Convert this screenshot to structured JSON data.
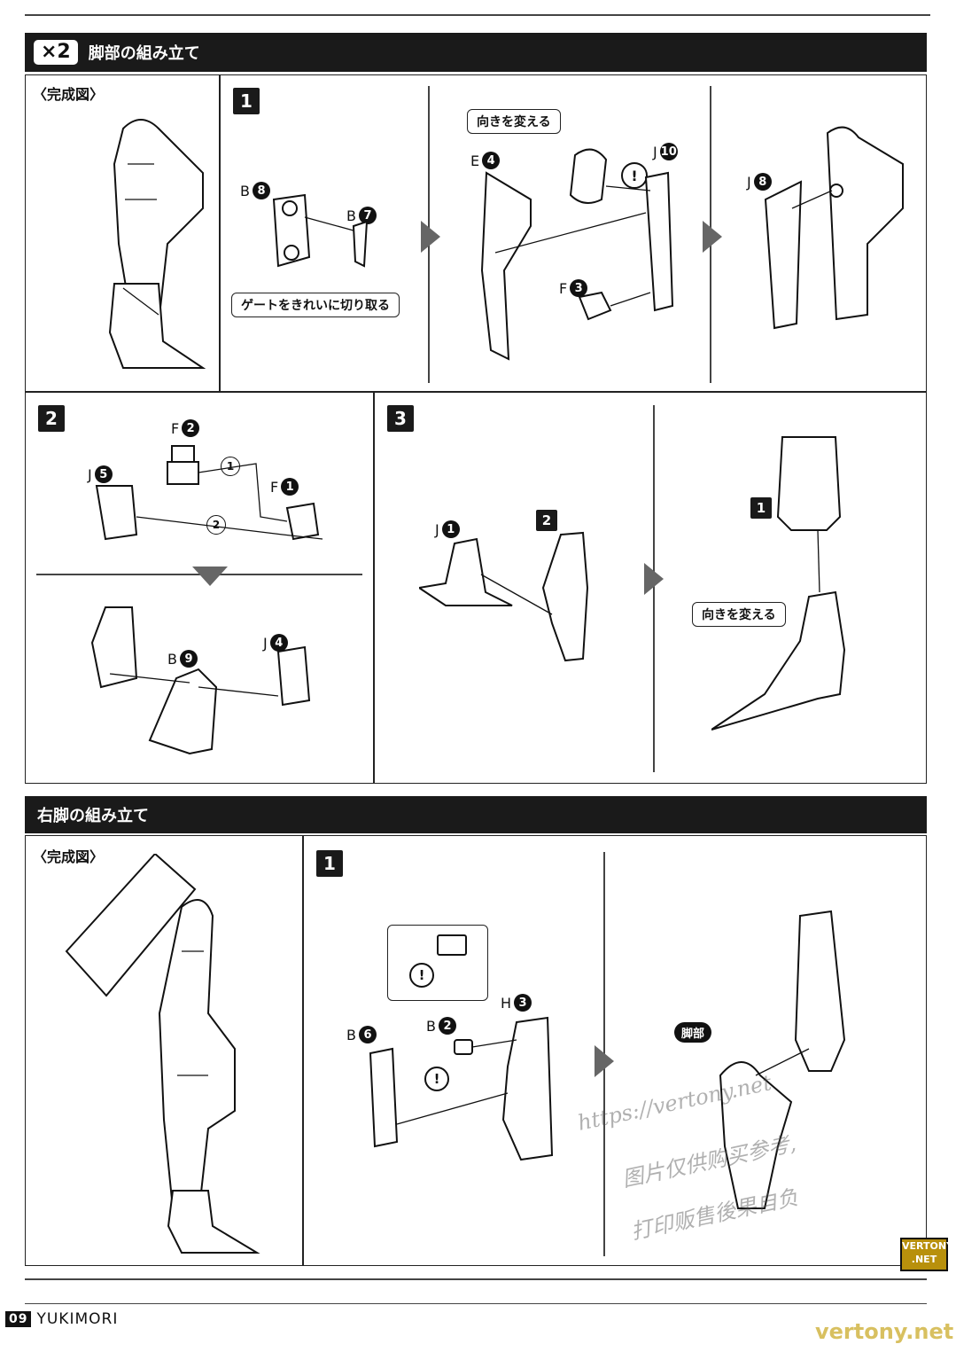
{
  "section1": {
    "multiplier": "×2",
    "title": "脚部の組み立て",
    "completed_caption": "〈完成図〉",
    "step1": {
      "number": "1",
      "labels": {
        "b8": "B",
        "b8_num": "8",
        "b7": "B",
        "b7_num": "7",
        "e4": "E",
        "e4_num": "4",
        "j10": "J",
        "j10_num": "10",
        "f3": "F",
        "f3_num": "3",
        "j8": "J",
        "j8_num": "8"
      },
      "note_gate": "ゲートをきれいに切り取る",
      "note_orient": "向きを変える",
      "caution": "!"
    },
    "step2": {
      "number": "2",
      "labels": {
        "f2": "F",
        "f2_num": "2",
        "j5": "J",
        "j5_num": "5",
        "f1": "F",
        "f1_num": "1",
        "b9": "B",
        "b9_num": "9",
        "j4": "J",
        "j4_num": "4"
      },
      "order1": "1",
      "order2": "2"
    },
    "step3": {
      "number": "3",
      "labels": {
        "j1": "J",
        "j1_num": "1",
        "sub2": "2",
        "sub1": "1"
      },
      "note_orient": "向きを変える"
    }
  },
  "section2": {
    "title": "右脚の組み立て",
    "completed_caption": "〈完成図〉",
    "step1": {
      "number": "1",
      "labels": {
        "b6": "B",
        "b6_num": "6",
        "b2": "B",
        "b2_num": "2",
        "h3": "H",
        "h3_num": "3"
      },
      "leg_tag": "脚部",
      "caution": "!"
    }
  },
  "footer": {
    "page": "09",
    "brand": "YUKIMORI"
  },
  "watermark": {
    "line1": "https://vertony.net",
    "line2": "图片仅供购买参考,",
    "line3": "打印贩售後果自负",
    "badge_top": "VERTONY",
    "badge_bottom": ".NET",
    "bottom_url": "vertony.net"
  },
  "colors": {
    "bar": "#1a1a1a",
    "badge": "#b8900c",
    "arrow": "#666666"
  }
}
